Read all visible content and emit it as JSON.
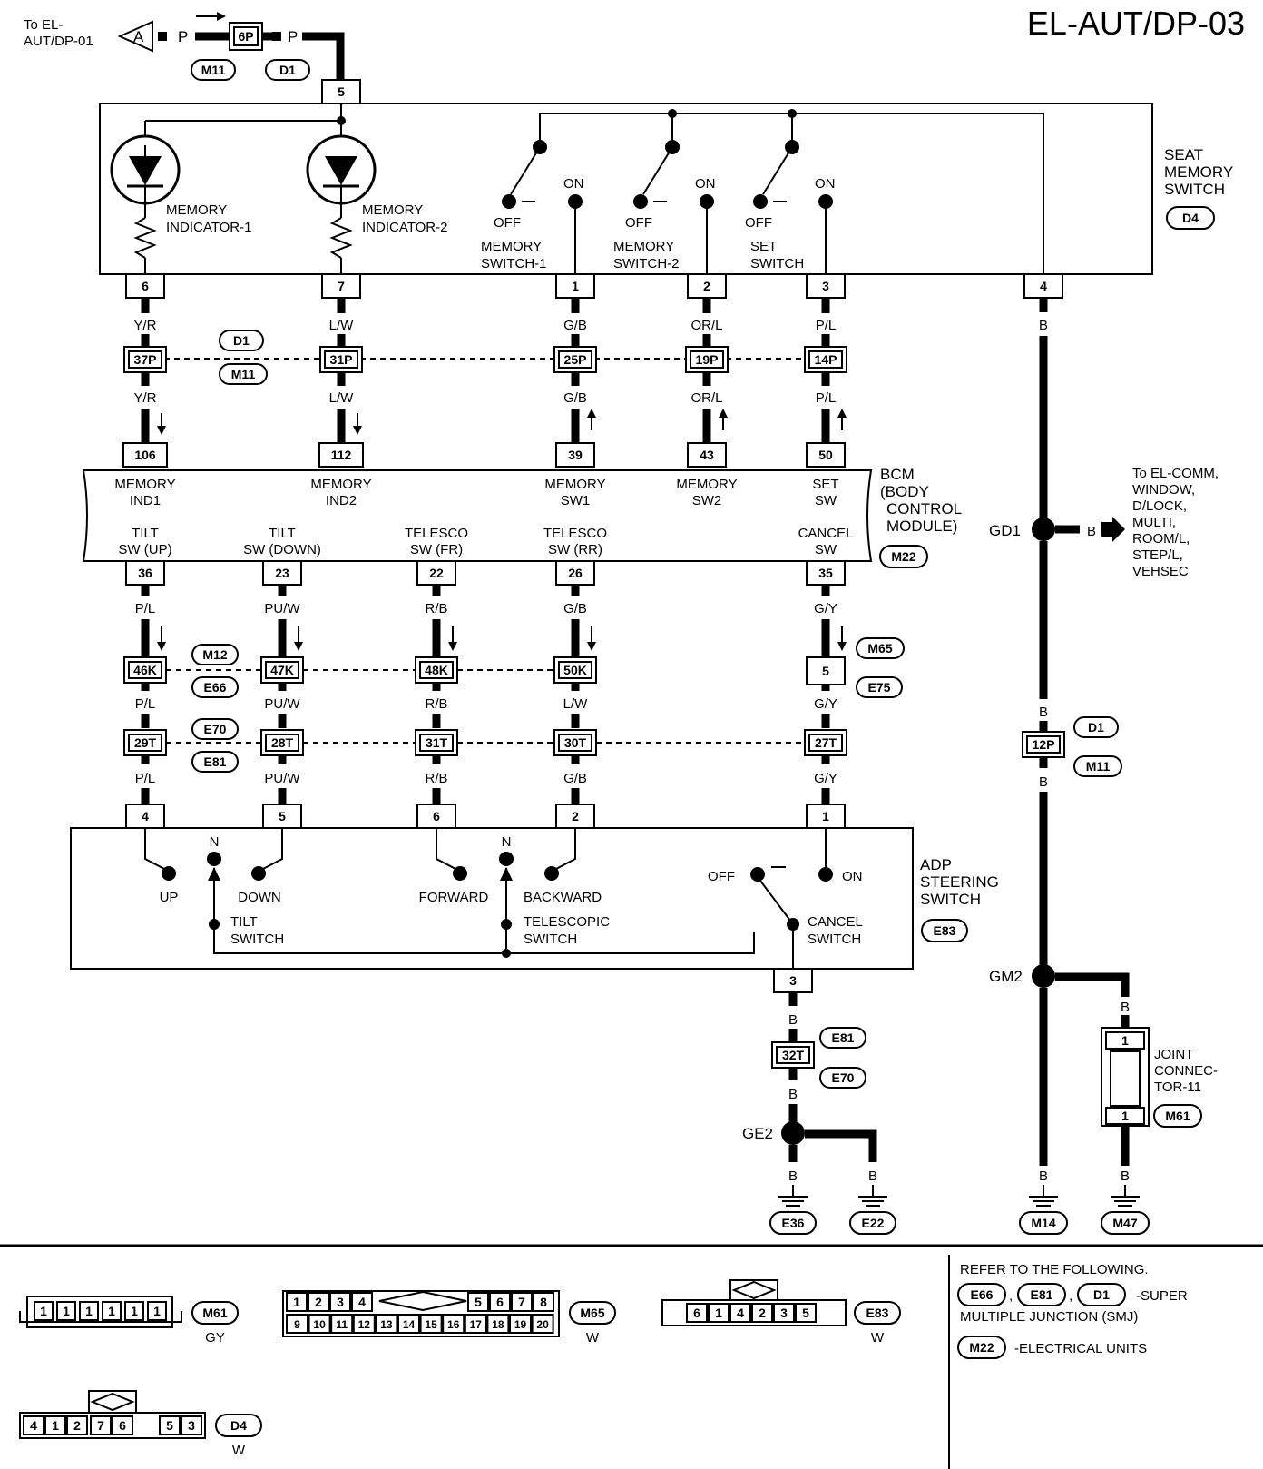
{
  "page_id": "EL-AUT/DP-03",
  "reference_link": {
    "to": "To EL-\nAUT/DP-01",
    "marker": "A",
    "wire": "P",
    "connector": "6P",
    "codes": [
      "M11",
      "D1"
    ]
  },
  "seat_memory_switch": {
    "label": [
      "SEAT",
      "MEMORY",
      "SWITCH"
    ],
    "code": "D4",
    "top_pin": "5",
    "indicators": [
      {
        "label": [
          "MEMORY",
          "INDICATOR-1"
        ],
        "pin": "6"
      },
      {
        "label": [
          "MEMORY",
          "INDICATOR-2"
        ],
        "pin": "7"
      }
    ],
    "switches": [
      {
        "label": [
          "MEMORY",
          "SWITCH-1"
        ],
        "pin": "1",
        "off": "OFF",
        "on": "ON"
      },
      {
        "label": [
          "MEMORY",
          "SWITCH-2"
        ],
        "pin": "2",
        "off": "OFF",
        "on": "ON"
      },
      {
        "label": [
          "SET",
          "SWITCH"
        ],
        "pin": "3",
        "off": "OFF",
        "on": "ON"
      }
    ],
    "ground_pin": "4"
  },
  "upper_wires": [
    {
      "color": "Y/R",
      "smj": "37P",
      "bcm_pin": "106",
      "bcm_label": [
        "MEMORY",
        "IND1"
      ],
      "dir": "down"
    },
    {
      "color": "L/W",
      "smj": "31P",
      "bcm_pin": "112",
      "bcm_label": [
        "MEMORY",
        "IND2"
      ],
      "dir": "down"
    },
    {
      "color": "G/B",
      "smj": "25P",
      "bcm_pin": "39",
      "bcm_label": [
        "MEMORY",
        "SW1"
      ],
      "dir": "up"
    },
    {
      "color": "OR/L",
      "smj": "19P",
      "bcm_pin": "43",
      "bcm_label": [
        "MEMORY",
        "SW2"
      ],
      "dir": "up"
    },
    {
      "color": "P/L",
      "smj": "14P",
      "bcm_pin": "50",
      "bcm_label": [
        "SET",
        "SW"
      ],
      "dir": "up"
    }
  ],
  "smj_upper_codes": [
    "D1",
    "M11"
  ],
  "bcm": {
    "label": [
      "BCM",
      "(BODY",
      "CONTROL",
      "MODULE)"
    ],
    "code": "M22"
  },
  "lower_wires": [
    {
      "bcm_label": [
        "TILT",
        "SW (UP)"
      ],
      "bcm_pin": "36",
      "color1": "P/L",
      "c1": "46K",
      "color2": "P/L",
      "c2": "29T",
      "color3": "P/L",
      "adp_pin": "4"
    },
    {
      "bcm_label": [
        "TILT",
        "SW (DOWN)"
      ],
      "bcm_pin": "23",
      "color1": "PU/W",
      "c1": "47K",
      "color2": "PU/W",
      "c2": "28T",
      "color3": "PU/W",
      "adp_pin": "5"
    },
    {
      "bcm_label": [
        "TELESCO",
        "SW (FR)"
      ],
      "bcm_pin": "22",
      "color1": "R/B",
      "c1": "48K",
      "color2": "R/B",
      "c2": "31T",
      "color3": "R/B",
      "adp_pin": "6"
    },
    {
      "bcm_label": [
        "TELESCO",
        "SW (RR)"
      ],
      "bcm_pin": "26",
      "color1": "G/B",
      "c1": "50K",
      "color2": "L/W",
      "c2": "30T",
      "color3": "G/B",
      "adp_pin": "2"
    },
    {
      "bcm_label": [
        "CANCEL",
        "SW"
      ],
      "bcm_pin": "35",
      "color1": "G/Y",
      "c1": "5",
      "color2": "G/Y",
      "c2": "27T",
      "color3": "G/Y",
      "adp_pin": "1"
    }
  ],
  "lower_codes": {
    "k_row": [
      "M12",
      "E66"
    ],
    "cancel_row": [
      "M65",
      "E75"
    ],
    "t_row": [
      "E70",
      "E81"
    ]
  },
  "adp_switch": {
    "label": [
      "ADP",
      "STEERING",
      "SWITCH"
    ],
    "code": "E83",
    "tilt": {
      "up": "UP",
      "down": "DOWN",
      "n": "N",
      "name": [
        "TILT",
        "SWITCH"
      ]
    },
    "telescopic": {
      "fwd": "FORWARD",
      "bwd": "BACKWARD",
      "n": "N",
      "name": [
        "TELESCOPIC",
        "SWITCH"
      ]
    },
    "cancel": {
      "off": "OFF",
      "on": "ON",
      "name": [
        "CANCEL",
        "SWITCH"
      ]
    },
    "ground_pin": "3"
  },
  "ground_e": {
    "wire": "B",
    "conn": "32T",
    "codes": [
      "E81",
      "E70"
    ],
    "splice": "GE2",
    "grounds": [
      "E36",
      "E22"
    ]
  },
  "ground_right": {
    "wire": "B",
    "gd1": "GD1",
    "gd1_to": [
      "To EL-COMM,",
      "WINDOW,",
      "D/LOCK,",
      "MULTI,",
      "ROOM/L,",
      "STEP/L,",
      "VEHSEC"
    ],
    "conn": "12P",
    "codes": [
      "D1",
      "M11"
    ],
    "gm2": "GM2",
    "joint": {
      "label": [
        "JOINT",
        "CONNEC-",
        "TOR-11"
      ],
      "code": "M61",
      "pin_top": "1",
      "pin_bottom": "1"
    },
    "grounds": [
      "M14",
      "M47"
    ]
  },
  "connector_views": [
    {
      "code": "M61",
      "color": "GY",
      "pins": [
        "1",
        "1",
        "1",
        "1",
        "1",
        "1"
      ]
    },
    {
      "code": "M65",
      "color": "W",
      "row1": [
        "1",
        "2",
        "3",
        "4",
        "5",
        "6",
        "7",
        "8"
      ],
      "row2": [
        "9",
        "10",
        "11",
        "12",
        "13",
        "14",
        "15",
        "16",
        "17",
        "18",
        "19",
        "20"
      ]
    },
    {
      "code": "E83",
      "color": "W",
      "pins": [
        "6",
        "1",
        "4",
        "2",
        "3",
        "5"
      ]
    },
    {
      "code": "D4",
      "color": "W",
      "pins": [
        "4",
        "1",
        "2",
        "7",
        "6",
        "5",
        "3"
      ]
    }
  ],
  "refer": {
    "heading": "REFER TO THE FOLLOWING.",
    "smj_codes": [
      "E66",
      "E81",
      "D1"
    ],
    "smj_text": "-SUPER",
    "smj_text2": "MULTIPLE JUNCTION (SMJ)",
    "units_code": "M22",
    "units_text": "-ELECTRICAL UNITS"
  }
}
